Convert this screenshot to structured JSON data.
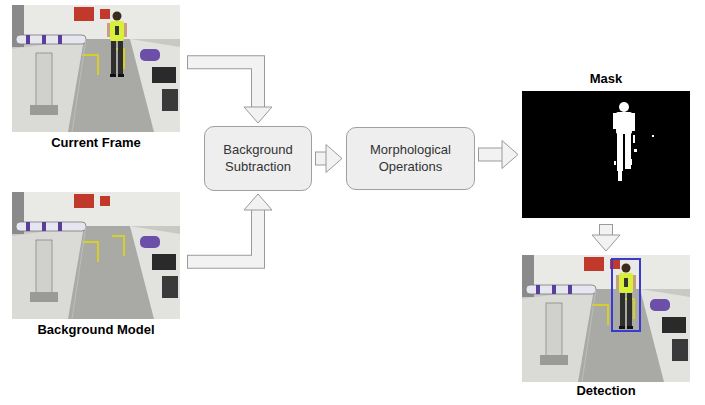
{
  "diagram": {
    "nodes": [
      {
        "text": [
          "Current Frame"
        ]
      },
      {
        "text": [
          "Background Model"
        ]
      },
      {
        "text": [
          "Background Subtraction"
        ]
      },
      {
        "text": [
          "Morphological Operations"
        ]
      },
      {
        "text": [
          "Mask"
        ]
      },
      {
        "text": [
          "Detection"
        ]
      }
    ],
    "edges": [
      {
        "from": 0,
        "to": 2,
        "arrow": "to"
      },
      {
        "from": 1,
        "to": 2,
        "arrow": "to"
      },
      {
        "from": 2,
        "to": 3,
        "arrow": "to"
      },
      {
        "from": 3,
        "to": 4,
        "arrow": "to"
      },
      {
        "from": 4,
        "to": 5,
        "arrow": "to"
      }
    ]
  }
}
